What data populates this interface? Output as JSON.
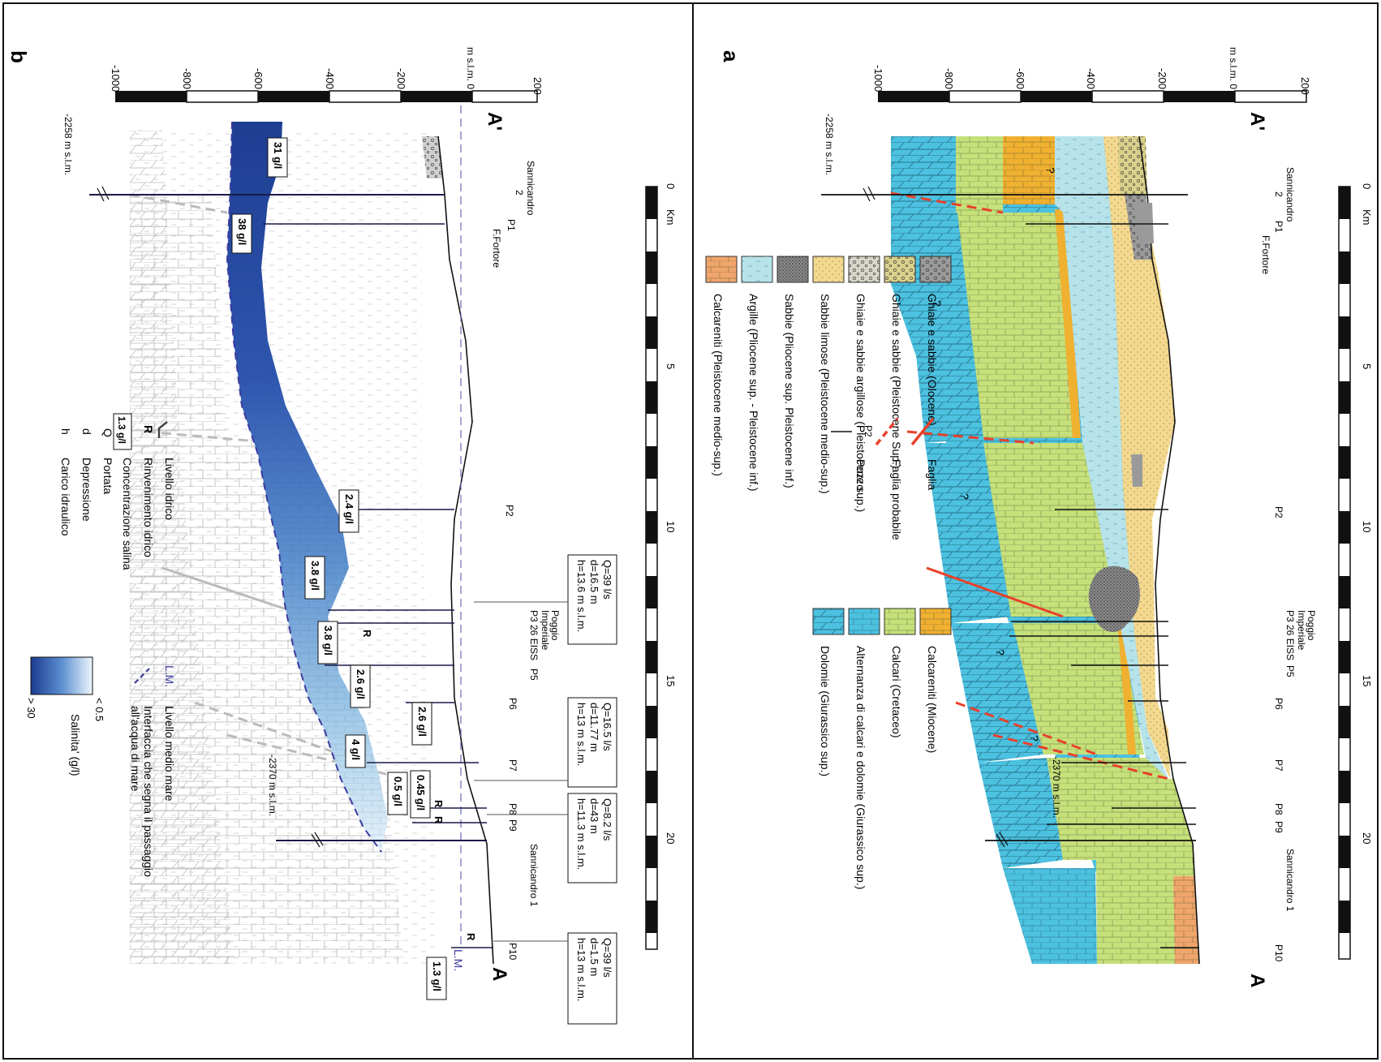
{
  "panel_a": {
    "label": "a",
    "section_start": "A'",
    "section_end": "A",
    "elev_unit": "m s.l.m. 0",
    "km_label": "Km",
    "depth_note_left": "-2258 m s.l.m.",
    "depth_note_right": "-2370 m s.l.m.",
    "question_mark": "?",
    "wells": {
      "sannicandro2": "Sannicandro",
      "sannicandro2_num": "2",
      "p1": "P1",
      "fortore": "F.Fortore",
      "p2": "P2",
      "poggio1": "Poggio",
      "poggio2": "Imperiale",
      "poggio3": "P3 26 EISS",
      "p5": "P5",
      "p6": "P6",
      "p7": "P7",
      "p8": "P8",
      "p9": "P9",
      "sannicandro1": "Sannicandro 1",
      "p10": "P10"
    },
    "legend": [
      {
        "label": "Ghiaie e sabbie (Olocene)",
        "color": "#9a9a9a",
        "pattern": "gravel-dark"
      },
      {
        "label": "Ghiaie e sabbie (Pleistocene Sup.)",
        "color": "#d9d08a",
        "pattern": "gravel"
      },
      {
        "label": "Ghiaie e sabbie argillose (Pleistocene sup.)",
        "color": "#d8d4c8",
        "pattern": "gravel"
      },
      {
        "label": "Sabbie limose (Pleistocene medio-sup.)",
        "color": "#f3d98f",
        "pattern": "dots"
      },
      {
        "label": "Sabbie (Pliocene sup. Pleistocene inf.)",
        "color": "#8a8a8a",
        "pattern": "dense"
      },
      {
        "label": "Argille (Pliocene sup. - Pleistocene inf.)",
        "color": "#b6e3ea",
        "pattern": "dashes"
      },
      {
        "label": "Calcareniti (Pleistocene medio-sup.)",
        "color": "#f0a56a",
        "pattern": "brick"
      },
      {
        "label": "Calcareniti (Miocene)",
        "color": "#f0b030",
        "pattern": "brick"
      },
      {
        "label": "Calcari (Cretaceo)",
        "color": "#c6e07a",
        "pattern": "brick"
      },
      {
        "label": "Alternanza di calcari e dolomie (Giurassico sup.)",
        "color": "#4cc1e0",
        "pattern": "brick"
      },
      {
        "label": "Dolomie (Giurassico sup.)",
        "color": "#4cc1e0",
        "pattern": "diag"
      },
      {
        "label": "Faglia",
        "color": "#e8412a",
        "pattern": "line"
      },
      {
        "label": "Faglia probabile",
        "color": "#e8412a",
        "pattern": "dash"
      },
      {
        "label": "Pozzo",
        "color": "#111111",
        "pattern": "tick",
        "tag": "P2"
      }
    ]
  },
  "panel_b": {
    "label": "b",
    "section_start": "A'",
    "section_end": "A",
    "elev_unit": "m s.l.m. 0",
    "km_label": "Km",
    "depth_note_left": "-2258 m s.l.m.",
    "depth_note_right": "-2370 m s.l.m.",
    "lm_label": "L.M.",
    "r_label": "R",
    "wells": {
      "sannicandro2": "Sannicandro",
      "sannicandro2_num": "2",
      "p1": "P1",
      "fortore": "F.Fortore",
      "p2": "P2",
      "poggio1": "Poggio",
      "poggio2": "Imperiale",
      "poggio3": "P3 26 EISS",
      "p5": "P5",
      "p6": "P6",
      "p7": "P7",
      "p8": "P8",
      "p9": "P9",
      "sannicandro1": "Sannicandro 1",
      "p10": "P10"
    },
    "salinity": [
      "31 g/l",
      "38 g/l",
      "2.4 g/l",
      "3.8 g/l",
      "3.8 g/l",
      "2.6 g/l",
      "2.6 g/l",
      "4 g/l",
      "0.45 g/l",
      "0.5 g/l",
      "1.3 g/l"
    ],
    "well_boxes": [
      {
        "q": "Q=39 l/s",
        "d": "d=16.5 m",
        "h": "h=13.6 m s.l.m."
      },
      {
        "q": "Q=16.5 l/s",
        "d": "d=11.77 m",
        "h": "h=13 m s.l.m."
      },
      {
        "q": "Q=8.2 l/s",
        "d": "d=43 m",
        "h": "h=11.3 m s.l.m."
      },
      {
        "q": "Q=39 l/s",
        "d": "d=1.5 m",
        "h": "h=13 m s.l.m."
      }
    ],
    "legend": {
      "livello_idrico": "Livello idrico",
      "r_sym": "R",
      "rinvenimento": "Rinvenimento idrico",
      "conc_sym": "1.3 g/l",
      "concentrazione": "Concentrazione salina",
      "q_sym": "Q",
      "portata": "Portata",
      "d_sym": "d",
      "depressione": "Depressione",
      "h_sym": "h",
      "carico": "Carico idraulico",
      "lm_sym": "L.M.",
      "livello_medio": "Livello medio mare",
      "interfaccia1": "Interfaccia che segna il passaggio",
      "interfaccia2": "all'acqua di mare",
      "scale_low": "< 0.5",
      "scale_high": "> 30",
      "salinita": "Salinita' (g/l)"
    }
  },
  "elev_ticks": [
    "200",
    "-200",
    "-400",
    "-600",
    "-800",
    "-1000"
  ],
  "km_ticks": [
    "0",
    "5",
    "10",
    "15",
    "20"
  ],
  "colors": {
    "sabbie_limose": "#f3d98f",
    "argille": "#b6e3ea",
    "calcari": "#c6e07a",
    "calcareniti_miocene": "#f0b030",
    "dolomie": "#4cc1e0",
    "fault": "#e8412a",
    "salt_high": "#27479e",
    "salt_low": "#e8f3fb"
  }
}
